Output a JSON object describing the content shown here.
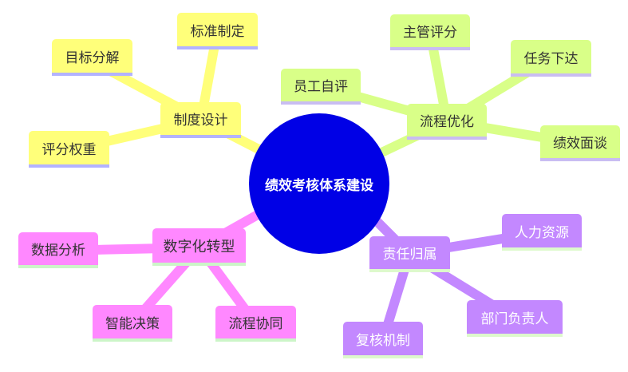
{
  "root": {
    "label": "绩效考核体系建设",
    "color": "#0000e6"
  },
  "branches": [
    {
      "label": "制度设计",
      "color": "#ffff7a",
      "children": [
        "标准制定",
        "目标分解",
        "评分权重"
      ]
    },
    {
      "label": "流程优化",
      "color": "#d9ff88",
      "children": [
        "主管评分",
        "员工自评",
        "任务下达",
        "绩效面谈"
      ]
    },
    {
      "label": "数字化转型",
      "color": "#ff88ff",
      "children": [
        "数据分析",
        "智能决策",
        "流程协同"
      ]
    },
    {
      "label": "责任归属",
      "color": "#c388ff",
      "children": [
        "人力资源",
        "部门负责人",
        "复核机制"
      ]
    }
  ]
}
